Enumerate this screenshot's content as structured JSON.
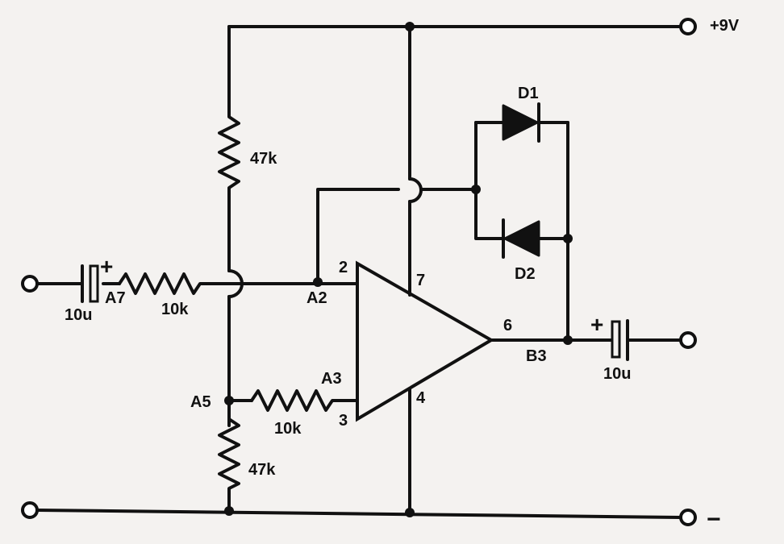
{
  "labels": {
    "supply": "+9V",
    "ground": "−",
    "r_top": "47k",
    "r_bottom": "47k",
    "r_input": "10k",
    "r_feedback": "10k",
    "c_input": "10u",
    "c_output": "10u",
    "plus_input": "+",
    "plus_output": "+",
    "node_a7": "A7",
    "node_a2": "A2",
    "node_a5": "A5",
    "node_a3": "A3",
    "node_b3": "B3",
    "diode_1": "D1",
    "diode_2": "D2",
    "pin_2": "2",
    "pin_3": "3",
    "pin_4": "4",
    "pin_6": "6",
    "pin_7": "7"
  }
}
